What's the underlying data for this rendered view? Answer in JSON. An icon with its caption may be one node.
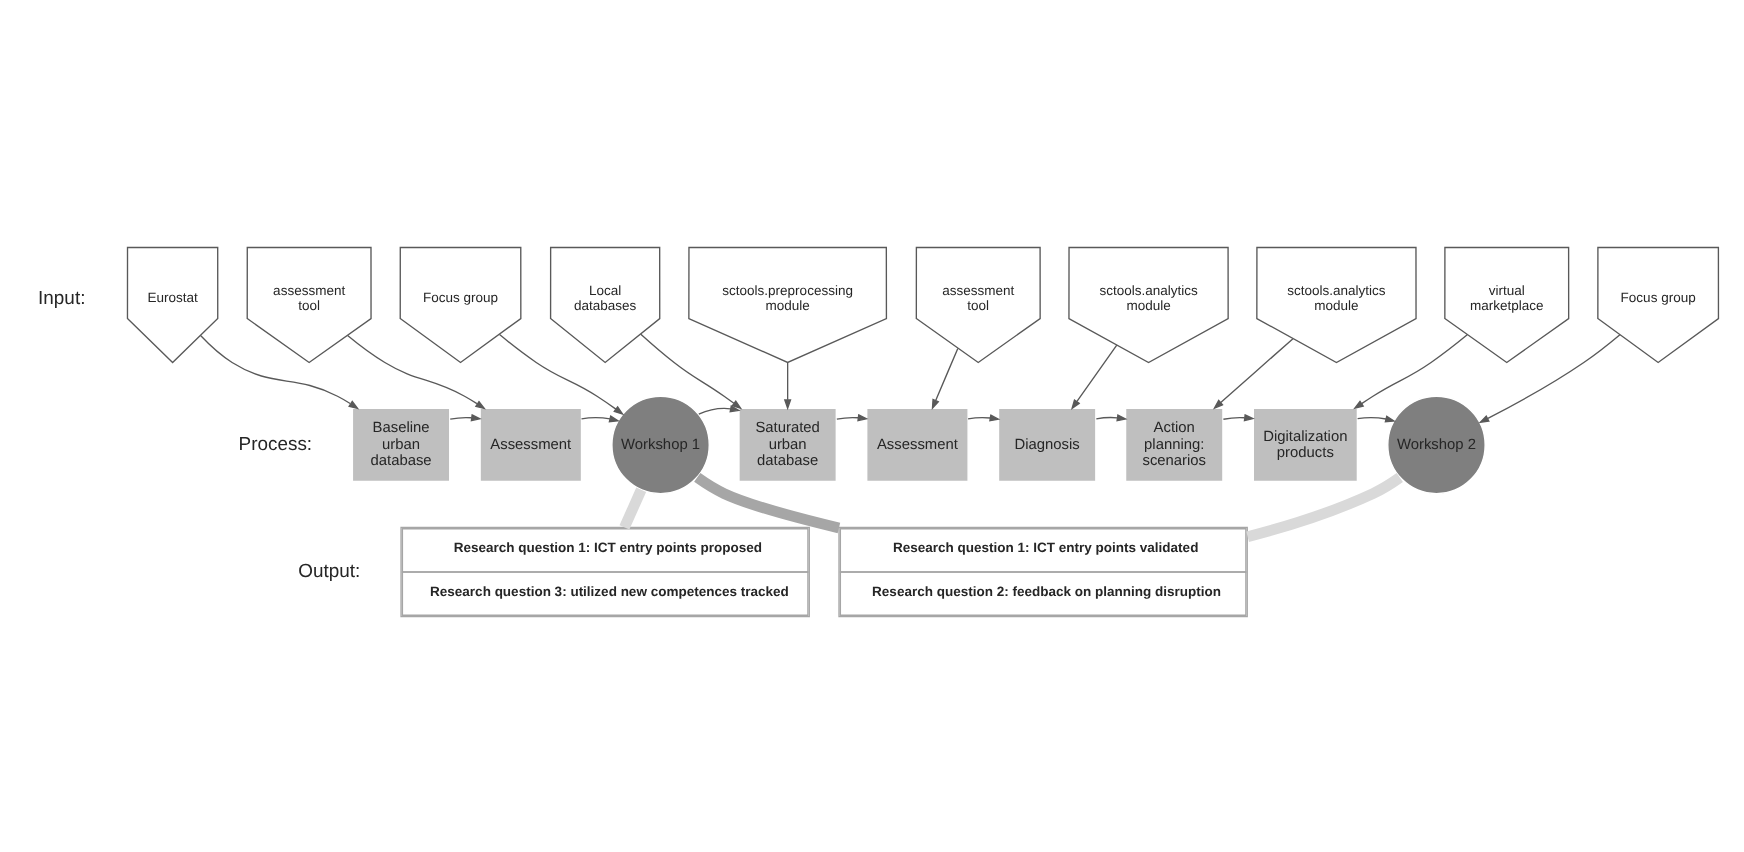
{
  "diagram": {
    "nodes": [
      {
        "text": [
          "Eurostat"
        ]
      },
      {
        "text": [
          "assessment tool"
        ]
      },
      {
        "text": [
          "Focus group"
        ]
      },
      {
        "text": [
          "Local databases"
        ]
      },
      {
        "text": [
          "sctools.preprocessing module"
        ]
      },
      {
        "text": [
          "assessment tool"
        ]
      },
      {
        "text": [
          "sctools.analytics module"
        ]
      },
      {
        "text": [
          "sctools.analytics module"
        ]
      },
      {
        "text": [
          "virtual marketplace"
        ]
      },
      {
        "text": [
          "Focus group"
        ]
      },
      {
        "text": [
          "Baseline urban database"
        ]
      },
      {
        "text": [
          "Assessment"
        ]
      },
      {
        "text": [
          "Workshop 1"
        ]
      },
      {
        "text": [
          "Saturated urban database"
        ]
      },
      {
        "text": [
          "Assessment"
        ]
      },
      {
        "text": [
          "Diagnosis"
        ]
      },
      {
        "text": [
          "Action planning: scenarios"
        ]
      },
      {
        "text": [
          "Digitalization products"
        ]
      },
      {
        "text": [
          "Workshop 2"
        ]
      },
      {
        "text": [
          "Research question 1: ICT entry points proposed",
          "Research question 3: utilized new competences tracked"
        ]
      },
      {
        "text": [
          "Research question 1: ICT entry points validated",
          "Research question 2: feedback on planning disruption"
        ]
      }
    ],
    "edges": [
      {
        "from": 0,
        "to": 10,
        "arrow": "to"
      },
      {
        "from": 1,
        "to": 11,
        "arrow": "to"
      },
      {
        "from": 2,
        "to": 12,
        "arrow": "to"
      },
      {
        "from": 3,
        "to": 13,
        "arrow": "to"
      },
      {
        "from": 4,
        "to": 13,
        "arrow": "to"
      },
      {
        "from": 5,
        "to": 14,
        "arrow": "to"
      },
      {
        "from": 6,
        "to": 15,
        "arrow": "to"
      },
      {
        "from": 7,
        "to": 16,
        "arrow": "to"
      },
      {
        "from": 8,
        "to": 17,
        "arrow": "to"
      },
      {
        "from": 9,
        "to": 18,
        "arrow": "to"
      },
      {
        "from": 10,
        "to": 11,
        "arrow": "to"
      },
      {
        "from": 11,
        "to": 12,
        "arrow": "to"
      },
      {
        "from": 12,
        "to": 13,
        "arrow": "to"
      },
      {
        "from": 13,
        "to": 14,
        "arrow": "to"
      },
      {
        "from": 14,
        "to": 15,
        "arrow": "to"
      },
      {
        "from": 15,
        "to": 16,
        "arrow": "to"
      },
      {
        "from": 16,
        "to": 17,
        "arrow": "to"
      },
      {
        "from": 17,
        "to": 18,
        "arrow": "to"
      },
      {
        "from": 12,
        "to": 19,
        "arrow": "none",
        "style": "thick",
        "color": "#d9d9d9"
      },
      {
        "from": 12,
        "to": 20,
        "arrow": "none",
        "style": "thick",
        "color": "#a6a6a6"
      },
      {
        "from": 18,
        "to": 20,
        "arrow": "none",
        "style": "thick",
        "color": "#d9d9d9"
      }
    ],
    "labels": [
      "Input:",
      "Process:",
      "Output:"
    ]
  }
}
